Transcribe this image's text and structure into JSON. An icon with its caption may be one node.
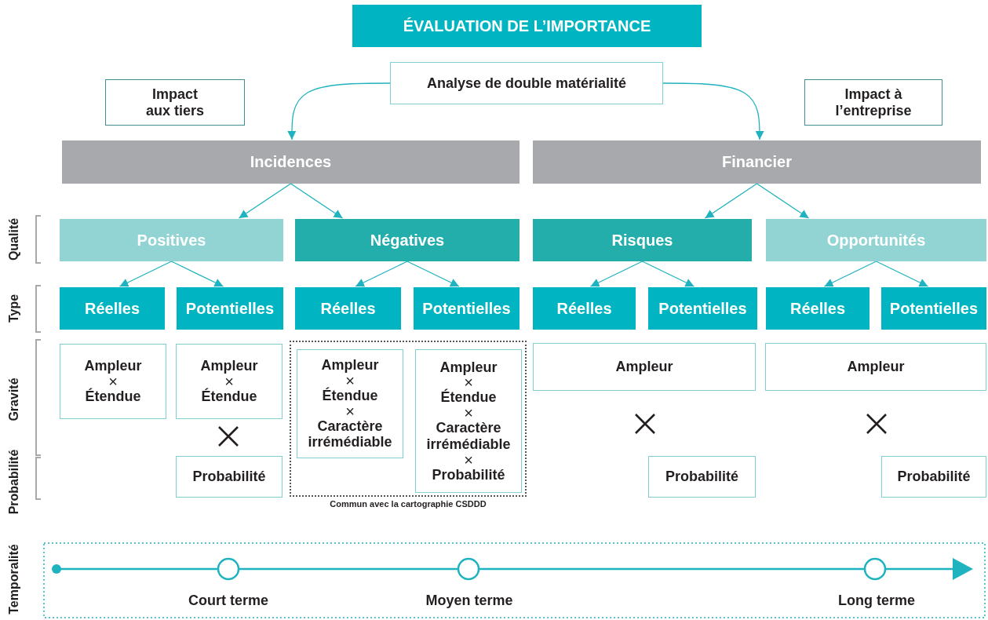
{
  "diagram": {
    "title": "ÉVALUATION DE L’IMPORTANCE",
    "nodes": [
      {
        "text": [
          "Analyse de double matérialité"
        ]
      },
      {
        "text": [
          "Impact aux tiers"
        ]
      },
      {
        "text": [
          "Impact à l’entreprise"
        ]
      },
      {
        "text": [
          "Incidences"
        ]
      },
      {
        "text": [
          "Financier"
        ]
      },
      {
        "text": [
          "Positives"
        ]
      },
      {
        "text": [
          "Négatives"
        ]
      },
      {
        "text": [
          "Risques"
        ]
      },
      {
        "text": [
          "Opportunités"
        ]
      },
      {
        "text": [
          "Réelles"
        ]
      },
      {
        "text": [
          "Potentielles"
        ]
      },
      {
        "text": [
          "Réelles"
        ]
      },
      {
        "text": [
          "Potentielles"
        ]
      },
      {
        "text": [
          "Réelles"
        ]
      },
      {
        "text": [
          "Potentielles"
        ]
      },
      {
        "text": [
          "Réelles"
        ]
      },
      {
        "text": [
          "Potentielles"
        ]
      },
      {
        "text": [
          "Ampleur",
          "×",
          "Étendue"
        ]
      },
      {
        "text": [
          "Ampleur",
          "×",
          "Étendue"
        ]
      },
      {
        "text": [],
        "shape": "box",
        "beside": [
          "Commun avec la cartographie CSDDD"
        ]
      },
      {
        "text": [
          "Ampleur",
          "×",
          "Étendue",
          "×",
          "Caractère irrémédiable"
        ],
        "in": 19
      },
      {
        "text": [
          "Ampleur",
          "×",
          "Étendue",
          "×",
          "Caractère irrémédiable",
          "×",
          "Probabilité"
        ],
        "in": 19
      },
      {
        "text": [
          "Ampleur"
        ]
      },
      {
        "text": [
          "Ampleur"
        ]
      },
      {
        "text": [
          "Probabilité"
        ]
      },
      {
        "text": [
          "Probabilité"
        ]
      },
      {
        "text": [
          "Probabilité"
        ]
      }
    ],
    "edges": [
      {
        "from": 0,
        "to": 3,
        "arrow": "to"
      },
      {
        "from": 0,
        "to": 4,
        "arrow": "to"
      },
      {
        "from": 3,
        "to": 5,
        "arrow": "to"
      },
      {
        "from": 3,
        "to": 6,
        "arrow": "to"
      },
      {
        "from": 4,
        "to": 7,
        "arrow": "to"
      },
      {
        "from": 4,
        "to": 8,
        "arrow": "to"
      },
      {
        "from": 5,
        "to": 9,
        "arrow": "to"
      },
      {
        "from": 5,
        "to": 10,
        "arrow": "to"
      },
      {
        "from": 6,
        "to": 11,
        "arrow": "to"
      },
      {
        "from": 6,
        "to": 12,
        "arrow": "to"
      },
      {
        "from": 7,
        "to": 13,
        "arrow": "to"
      },
      {
        "from": 7,
        "to": 14,
        "arrow": "to"
      },
      {
        "from": 8,
        "to": 15,
        "arrow": "to"
      },
      {
        "from": 8,
        "to": 16,
        "arrow": "to"
      }
    ],
    "labels": [
      "Qualité",
      "Type",
      "Gravité",
      "Probabilité",
      "Temporalité",
      "Court terme",
      "Moyen terme",
      "Long terme"
    ]
  }
}
